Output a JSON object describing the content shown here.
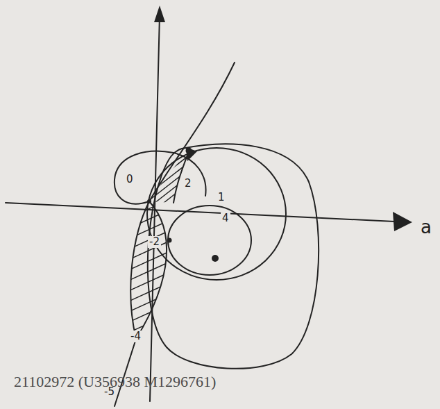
{
  "diagram": {
    "labels": [
      "0",
      "2",
      "1",
      "4",
      "-2",
      "-4",
      "-5",
      "a",
      "21102972 (U356938 M1296761)"
    ]
  }
}
